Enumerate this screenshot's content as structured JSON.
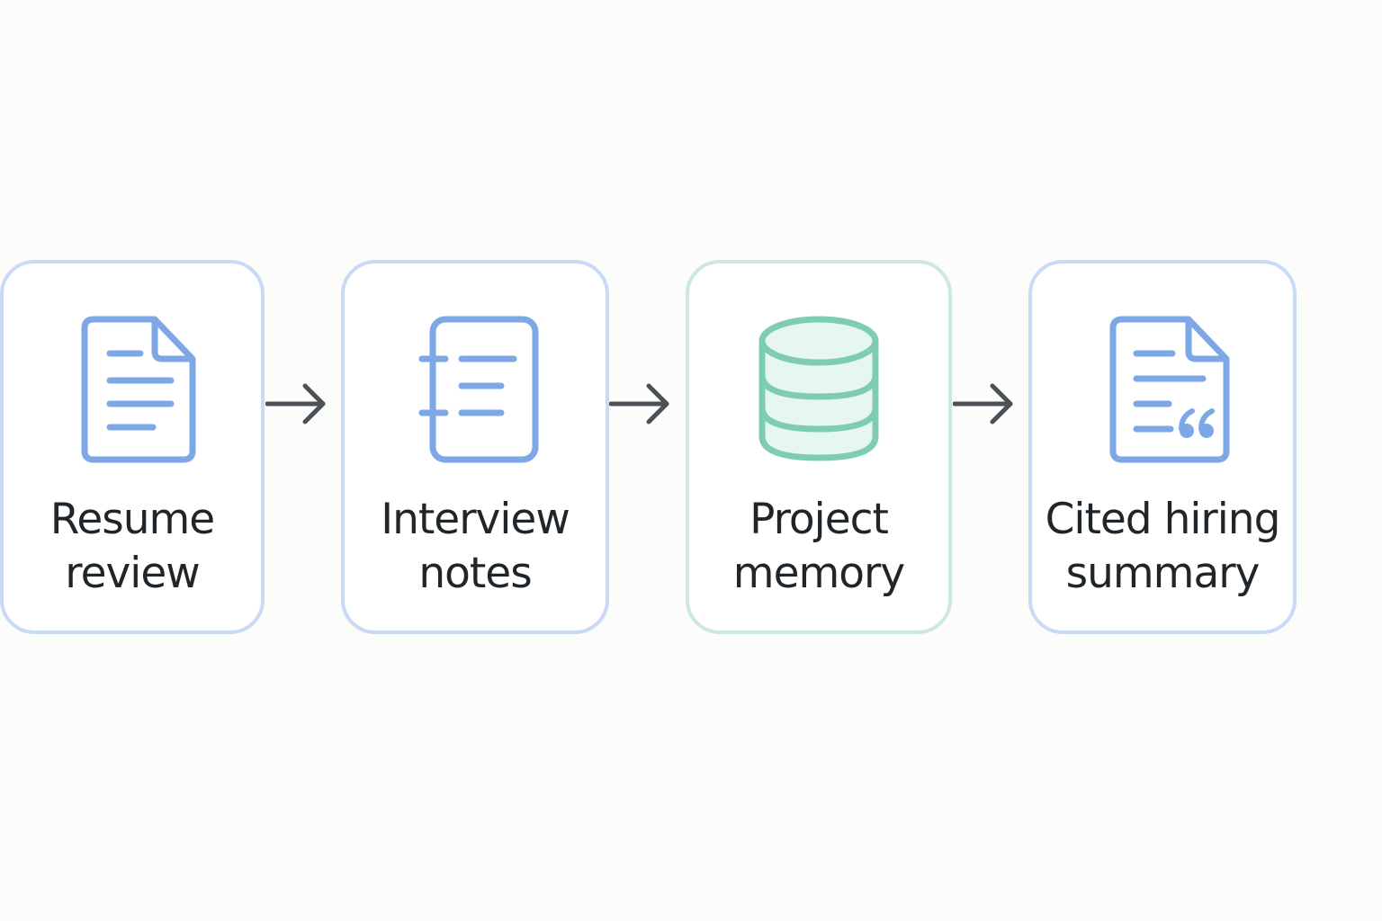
{
  "steps": [
    {
      "line1": "Resume",
      "line2": "review",
      "icon": "document-icon"
    },
    {
      "line1": "Interview",
      "line2": "notes",
      "icon": "notebook-icon"
    },
    {
      "line1": "Project",
      "line2": "memory",
      "icon": "database-icon"
    },
    {
      "line1": "Cited hiring",
      "line2": "summary",
      "icon": "quote-document-icon"
    }
  ],
  "colors": {
    "blue_stroke": "#7ea7e6",
    "blue_border": "#c9daf5",
    "green_stroke": "#7fcdb0",
    "green_fill": "#e6f6f0",
    "green_border": "#cde8df",
    "arrow": "#4a5157",
    "text": "#1f2529"
  }
}
